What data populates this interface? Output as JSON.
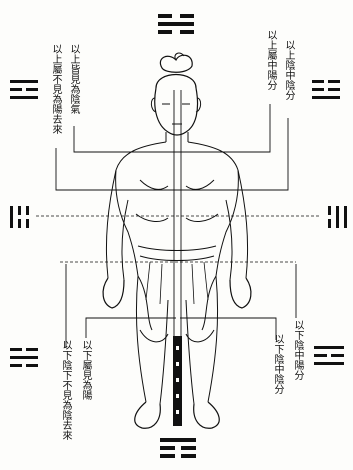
{
  "annotations": {
    "upper_left_1": "以上皆見為陰氣",
    "upper_left_2": "以上屬不見為陽去來",
    "upper_right_1": "以上陰中陰分",
    "upper_right_2": "以上屬中陽分",
    "lower_left_1": "以下屬見為陽",
    "lower_left_2": "以下陰下不見為陰去來",
    "lower_right_1": "以下陰中陽分",
    "lower_right_2": "以下陰中陰分"
  },
  "trigrams": [
    {
      "position": "top",
      "lines": [
        "yin",
        "yang",
        "yin"
      ]
    },
    {
      "position": "upper-left",
      "lines": [
        "yang",
        "yin",
        "yang"
      ]
    },
    {
      "position": "upper-right",
      "lines": [
        "yin",
        "yin",
        "yang"
      ]
    },
    {
      "position": "middle-left",
      "lines": [
        "yang",
        "yin",
        "yin"
      ],
      "orientation": "vertical"
    },
    {
      "position": "middle-right",
      "lines": [
        "yin",
        "yang",
        "yang"
      ],
      "orientation": "vertical"
    },
    {
      "position": "lower-left",
      "lines": [
        "yin",
        "yang",
        "yin"
      ]
    },
    {
      "position": "lower-right",
      "lines": [
        "yang",
        "yin",
        "yang"
      ]
    },
    {
      "position": "bottom",
      "lines": [
        "yang",
        "yin",
        "yin"
      ]
    }
  ],
  "colors": {
    "ink": "#111111",
    "paper": "#fdfdfb"
  }
}
